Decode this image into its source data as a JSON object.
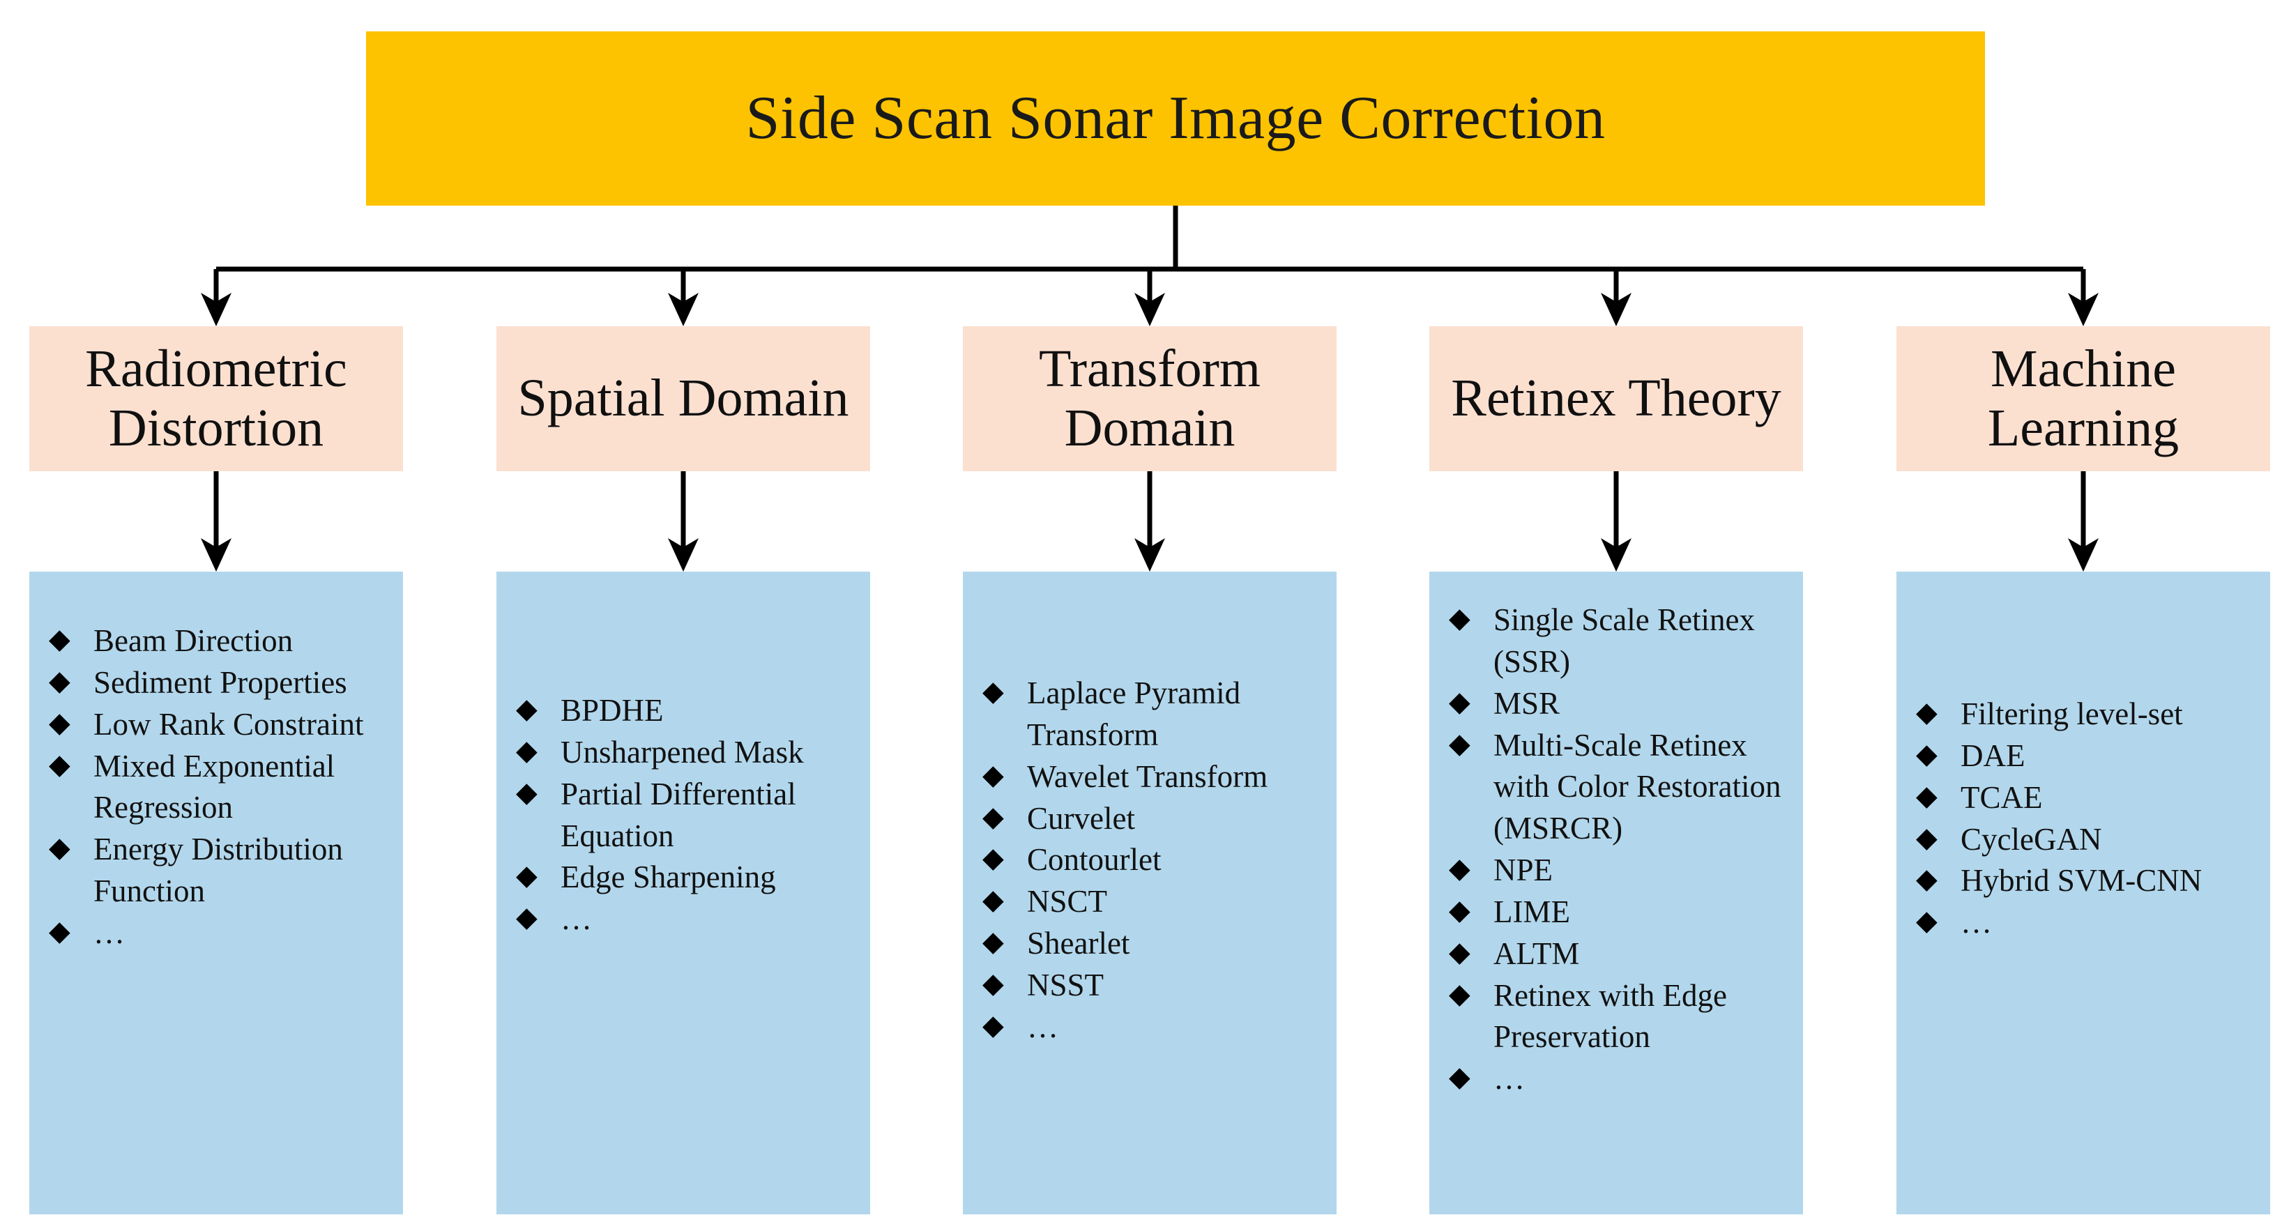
{
  "diagram": {
    "title": "Side Scan Sonar Image Correction",
    "bullet_glyph": "◆",
    "colors": {
      "root_box": "#FDC300",
      "category_header": "#FBE0D0",
      "method_box": "#B2D7EC",
      "connector": "#000000",
      "text": "#000000",
      "background": "#FFFFFF"
    },
    "categories": [
      {
        "label": "Radiometric Distortion",
        "methods": [
          "Beam Direction",
          "Sediment Properties",
          "Low Rank Constraint",
          "Mixed Exponential Regression",
          "Energy Distribution Function",
          "…"
        ]
      },
      {
        "label": "Spatial Domain",
        "methods": [
          "BPDHE",
          "Unsharpened Mask",
          "Partial Differential Equation",
          "Edge Sharpening",
          "…"
        ]
      },
      {
        "label": "Transform Domain",
        "methods": [
          "Laplace Pyramid Transform",
          "Wavelet Transform",
          "Curvelet",
          "Contourlet",
          "NSCT",
          "Shearlet",
          "NSST",
          "…"
        ]
      },
      {
        "label": "Retinex Theory",
        "methods": [
          "Single Scale Retinex (SSR)",
          "MSR",
          "Multi-Scale Retinex with Color Restoration (MSRCR)",
          "NPE",
          "LIME",
          "ALTM",
          "Retinex with Edge Preservation",
          "…"
        ]
      },
      {
        "label": "Machine Learning",
        "methods": [
          "Filtering level-set",
          "DAE",
          "TCAE",
          "CycleGAN",
          "Hybrid SVM-CNN",
          "…"
        ]
      }
    ]
  }
}
